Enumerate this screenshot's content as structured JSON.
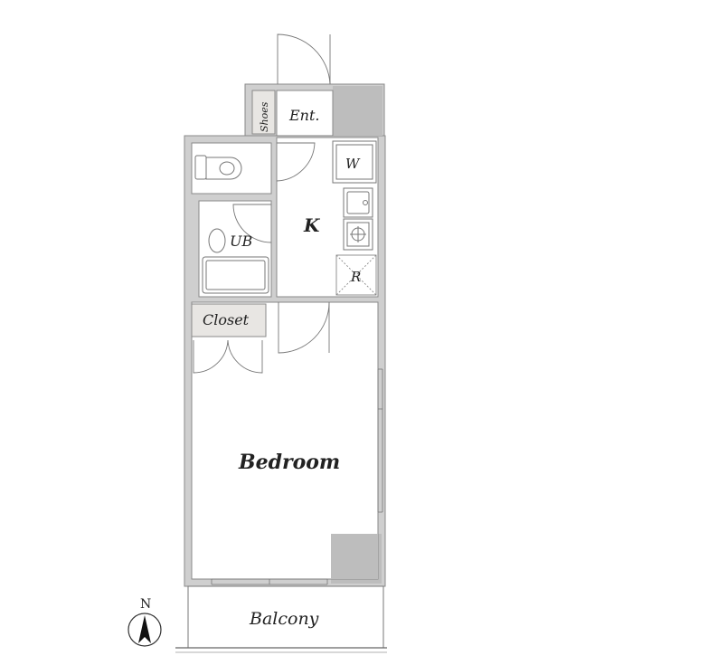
{
  "rooms": {
    "entrance": "Ent.",
    "shoes": "Shoes",
    "washer": "W",
    "kitchen": "K",
    "unit_bath": "UB",
    "refrigerator": "R",
    "closet": "Closet",
    "bedroom": "Bedroom",
    "balcony": "Balcony"
  },
  "compass": {
    "north_label": "N"
  },
  "colors": {
    "wall_fill": "#cfcfcf",
    "wall_stroke": "#8a8a8a",
    "pillar": "#bdbdbd",
    "room_fill": "#ffffff",
    "line": "#666666"
  }
}
